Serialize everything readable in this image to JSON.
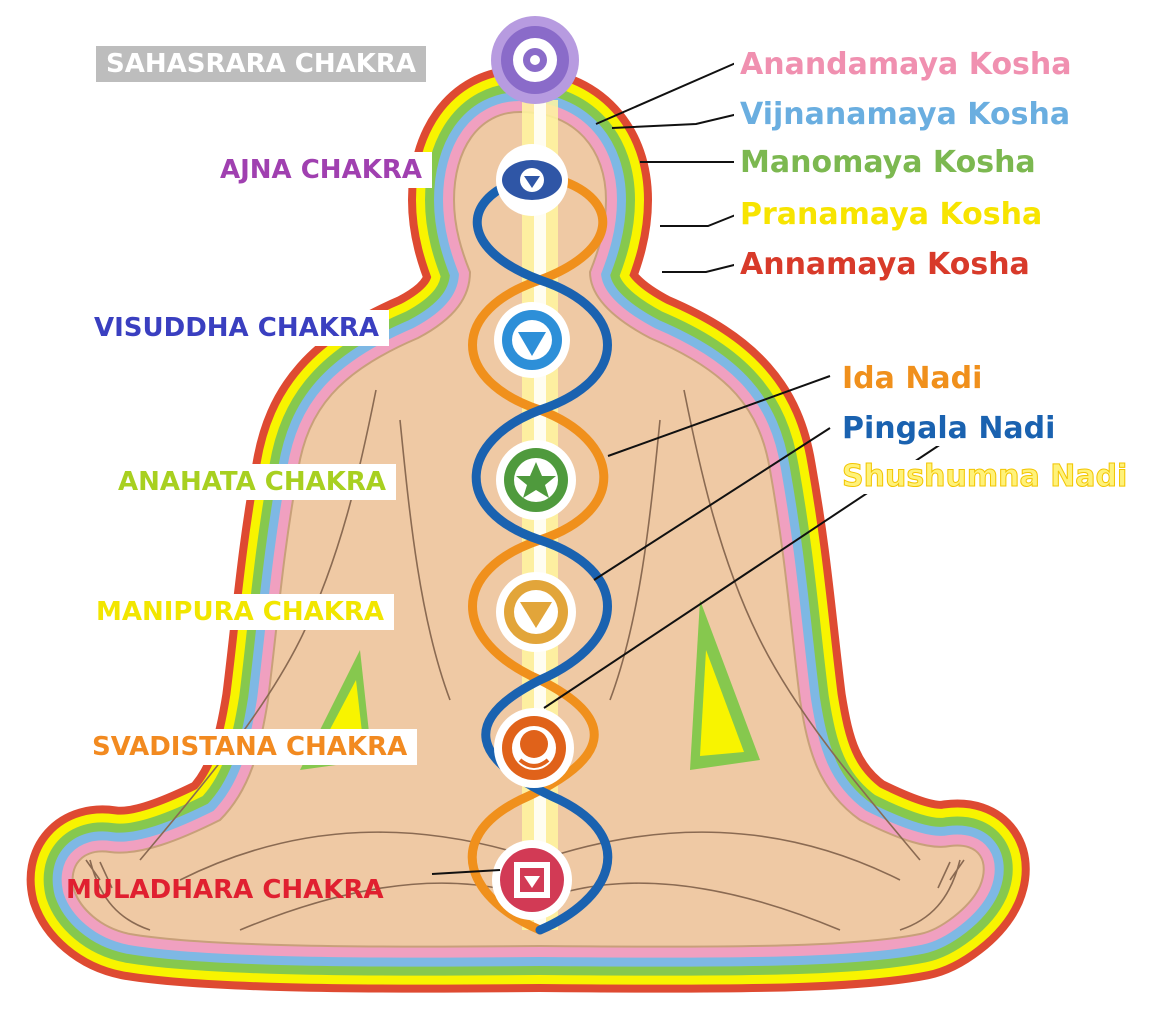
{
  "chakras": [
    {
      "id": "sahasrara",
      "label": "SAHASRARA CHAKRA",
      "color": "#ffffff",
      "symbol_color": "#7a5fb0"
    },
    {
      "id": "ajna",
      "label": "AJNA CHAKRA",
      "color": "#a040b0",
      "symbol_color": "#2f56a6"
    },
    {
      "id": "visuddha",
      "label": "VISUDDHA CHAKRA",
      "color": "#3a3fc0",
      "symbol_color": "#2d8fd8"
    },
    {
      "id": "anahata",
      "label": "ANAHATA CHAKRA",
      "color": "#a8d020",
      "symbol_color": "#4f9a3d"
    },
    {
      "id": "manipura",
      "label": "MANIPURA CHAKRA",
      "color": "#f2e600",
      "symbol_color": "#e2a53a"
    },
    {
      "id": "svadistana",
      "label": "SVADISTANA CHAKRA",
      "color": "#f28a20",
      "symbol_color": "#e0621a"
    },
    {
      "id": "muladhara",
      "label": "MULADHARA CHAKRA",
      "color": "#e02030",
      "symbol_color": "#d23a55"
    }
  ],
  "koshas": [
    {
      "id": "anandamaya",
      "label": "Anandamaya Kosha",
      "color": "#f090b0"
    },
    {
      "id": "vijnanamaya",
      "label": "Vijnanamaya Kosha",
      "color": "#6aaee0"
    },
    {
      "id": "manomaya",
      "label": "Manomaya Kosha",
      "color": "#7cb850"
    },
    {
      "id": "pranamaya",
      "label": "Pranamaya Kosha",
      "color": "#f7e400"
    },
    {
      "id": "annamaya",
      "label": "Annamaya Kosha",
      "color": "#d83a2a"
    }
  ],
  "nadis": [
    {
      "id": "ida",
      "label": "Ida Nadi",
      "color": "#f0901c"
    },
    {
      "id": "pingala",
      "label": "Pingala Nadi",
      "color": "#1a62b0"
    },
    {
      "id": "sushumna",
      "label": "Shushumna Nadi",
      "color": "#fff27a"
    }
  ],
  "aura_colors": [
    "#de4a32",
    "#f8f400",
    "#86c84e",
    "#7eb8e4",
    "#f0a0c0"
  ],
  "body_color": "#efc9a4"
}
